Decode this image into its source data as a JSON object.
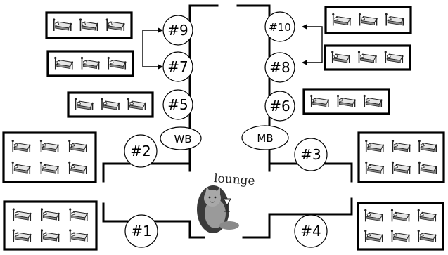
{
  "rooms": {
    "r1": "#1",
    "r2": "#2",
    "r3": "#3",
    "r4": "#4",
    "r5": "#5",
    "r6": "#6",
    "r7": "#7",
    "r8": "#8",
    "r9": "#9",
    "r10": "#10"
  },
  "bathrooms": {
    "wb": "WB",
    "mb": "MB"
  },
  "lounge": "lounge",
  "bed_counts": {
    "row_9": 3,
    "row_7": 3,
    "row_5": 3,
    "row_10": 3,
    "row_8": 3,
    "row_6": 3,
    "room_2": 6,
    "room_1": 6,
    "room_3": 6,
    "room_4": 6
  },
  "icons": {
    "bed": "bed-icon",
    "mascot": "cat-with-drink-icon"
  },
  "colors": {
    "line": "#000000",
    "bed": "#888888",
    "background": "#ffffff"
  }
}
